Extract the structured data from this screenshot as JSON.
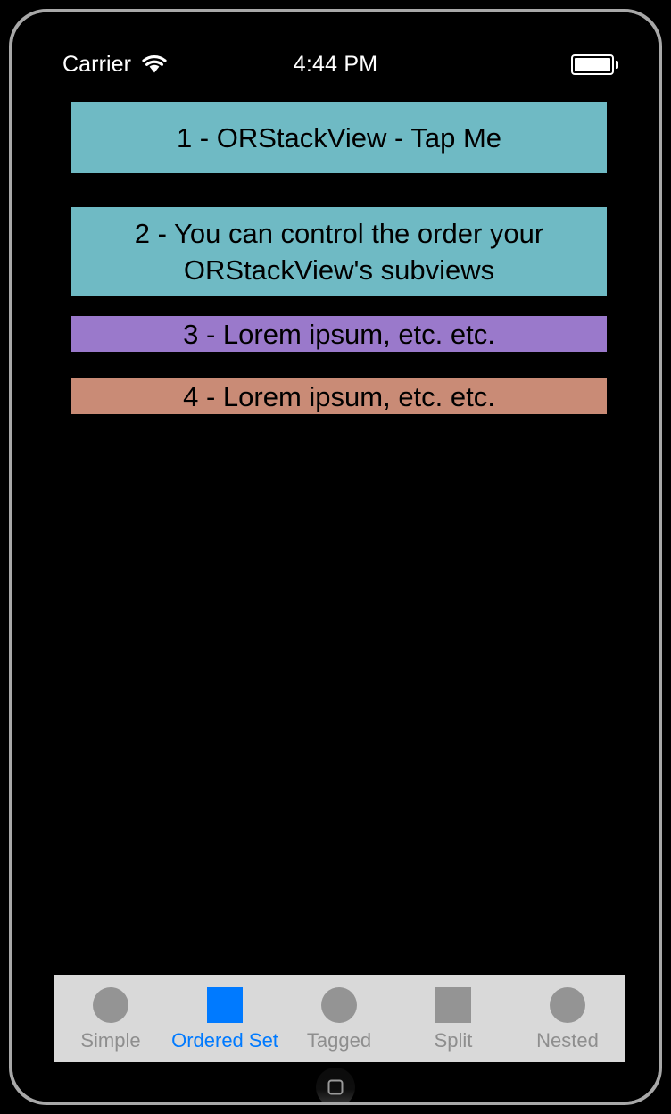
{
  "device": {
    "frame_color": "#a8a8a8",
    "screen_background": "#000000"
  },
  "status_bar": {
    "carrier": "Carrier",
    "wifi_icon": "wifi-icon",
    "time": "4:44 PM",
    "battery_icon": "battery-full-icon"
  },
  "stack_view": {
    "rows": [
      {
        "label": "1 - ORStackView - Tap Me",
        "color": "#6fbac4",
        "height": 80,
        "margin_bottom": 38
      },
      {
        "label": "2 - You can control the order your ORStackView's subviews",
        "color": "#6fbac4",
        "height": 100,
        "margin_bottom": 22
      },
      {
        "label": "3 - Lorem ipsum, etc. etc.",
        "color": "#9a79cb",
        "height": 40,
        "margin_bottom": 30
      },
      {
        "label": "4 - Lorem ipsum, etc. etc.",
        "color": "#c98b76",
        "height": 40,
        "margin_bottom": 0
      }
    ]
  },
  "tab_bar": {
    "background": "#d9d9d9",
    "active_color": "#007aff",
    "inactive_color": "#8e8e8e",
    "items": [
      {
        "label": "Simple",
        "icon": "circle-icon",
        "shape": "circle",
        "active": false
      },
      {
        "label": "Ordered Set",
        "icon": "square-icon",
        "shape": "square",
        "active": true
      },
      {
        "label": "Tagged",
        "icon": "circle-icon",
        "shape": "circle",
        "active": false
      },
      {
        "label": "Split",
        "icon": "square-icon",
        "shape": "square",
        "active": false
      },
      {
        "label": "Nested",
        "icon": "circle-icon",
        "shape": "circle",
        "active": false
      }
    ]
  },
  "home_button": {
    "glyph": "rounded-square-icon"
  }
}
